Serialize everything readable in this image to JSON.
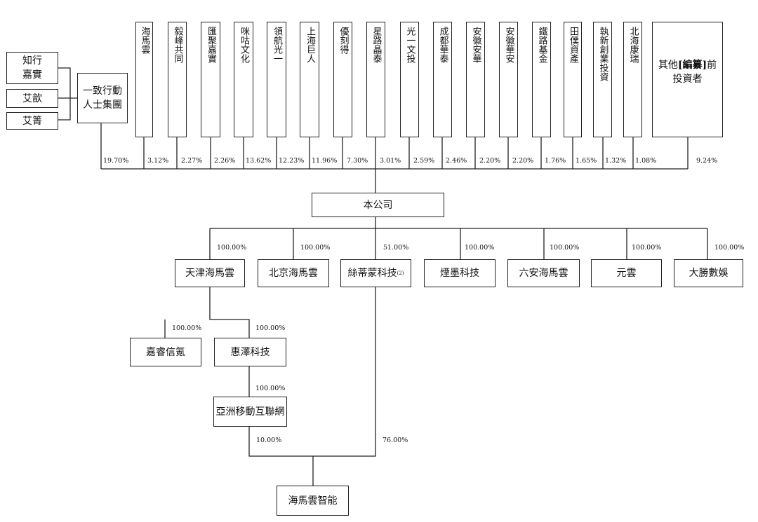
{
  "founders": [
    "知行\n嘉實",
    "艾歆",
    "艾箐"
  ],
  "concert_group": "一致行動\n人士集團",
  "investors": [
    "海馬雲",
    "毅峰共同",
    "匯聚嘉實",
    "咪咕文化",
    "領航光一",
    "上海巨人",
    "優刻得",
    "星路晶泰",
    "光一文投",
    "成都華泰",
    "安徽安華",
    "安徽華安",
    "鐵路基金",
    "田僕資產",
    "執新創業投資",
    "北海康瑞"
  ],
  "other_investors": {
    "line1_pre": "其他",
    "line1_bold": "[編纂]",
    "line1_post": "前",
    "line2": "投資者"
  },
  "shareholder_pcts": [
    "19.70%",
    "3.12%",
    "2.27%",
    "2.26%",
    "13.62%",
    "12.23%",
    "11.96%",
    "7.30%",
    "3.01%",
    "2.59%",
    "2.46%",
    "2.20%",
    "2.20%",
    "1.76%",
    "1.65%",
    "1.32%",
    "1.08%",
    "9.24%"
  ],
  "company": "本公司",
  "subsidiaries": [
    {
      "name": "天津海馬雲",
      "pct": "100.00%"
    },
    {
      "name": "北京海馬雲",
      "pct": "100.00%"
    },
    {
      "name": "絲蒂蒙科技",
      "note": "(2)",
      "pct": "51.00%"
    },
    {
      "name": "煙墨科技",
      "pct": "100.00%"
    },
    {
      "name": "六安海馬雲",
      "pct": "100.00%"
    },
    {
      "name": "元雲",
      "pct": "100.00%"
    },
    {
      "name": "大勝數娛",
      "pct": "100.00%"
    }
  ],
  "tianjin_subs": [
    {
      "name": "嘉睿信氪",
      "pct": "100.00%"
    },
    {
      "name": "惠澤科技",
      "pct": "100.00%"
    }
  ],
  "asia_mobile": {
    "name": "亞洲移動互聯網",
    "pct": "100.00%"
  },
  "final": {
    "name": "海馬雲智能",
    "pct_from_asia": "10.00%",
    "pct_from_sidi": "76.00%"
  }
}
